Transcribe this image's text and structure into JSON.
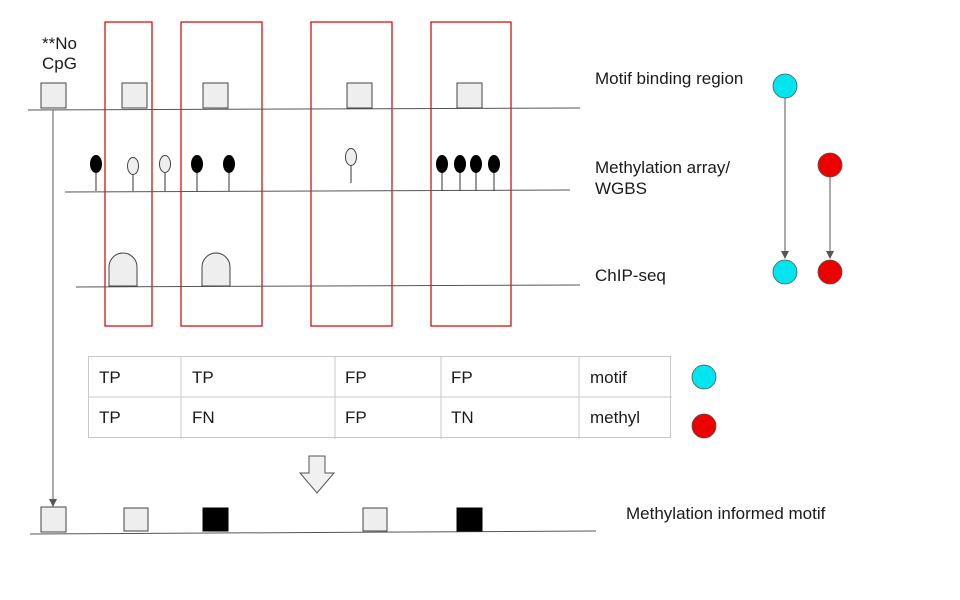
{
  "note_no_cpg": [
    "**No",
    "CpG"
  ],
  "tracks": {
    "motif": "Motif binding region",
    "methylation": [
      "Methylation array/",
      "WGBS"
    ],
    "chipseq": "ChIP-seq",
    "informed": "Methylation informed motif"
  },
  "table": {
    "rows": [
      {
        "cells": [
          "TP",
          "TP",
          "FP",
          "FP"
        ],
        "label": "motif",
        "dot_color": "#00e5ee"
      },
      {
        "cells": [
          "TP",
          "FN",
          "FP",
          "TN"
        ],
        "label": "methyl",
        "dot_color": "#ee0000"
      }
    ]
  },
  "colors": {
    "cyan": "#00e5ee",
    "red": "#ee0000",
    "highlight_box": "#cc0000",
    "motif_box_fill": "#eeeeee",
    "methylated": "#000000",
    "unmethylated": "#eeeeee"
  }
}
